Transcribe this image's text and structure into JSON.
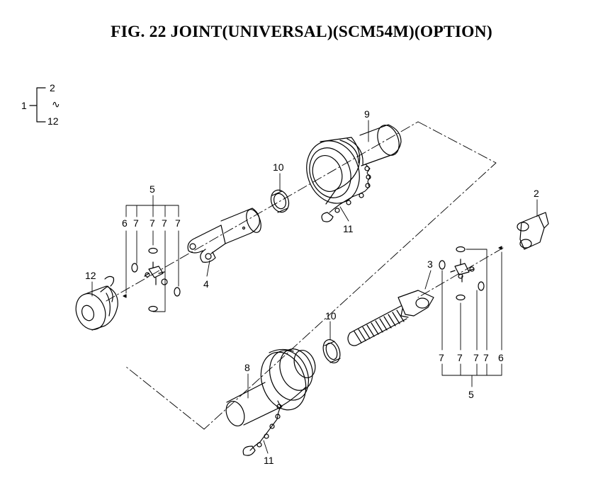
{
  "title": "FIG. 22  JOINT(UNIVERSAL)(SCM54M)(OPTION)",
  "legend": {
    "parent": "1",
    "from": "2",
    "range_symbol": "∿",
    "to": "12"
  },
  "callouts": {
    "c2": "2",
    "c3": "3",
    "c4": "4",
    "c5_top": "5",
    "c5_bottom": "5",
    "c6_top": "6",
    "c6_bottom": "6",
    "c8": "8",
    "c9": "9",
    "c10_top": "10",
    "c10_bottom": "10",
    "c11_top": "11",
    "c11_bottom": "11",
    "c12": "12",
    "c7": "7"
  },
  "colors": {
    "line": "#000000",
    "background": "#ffffff"
  }
}
